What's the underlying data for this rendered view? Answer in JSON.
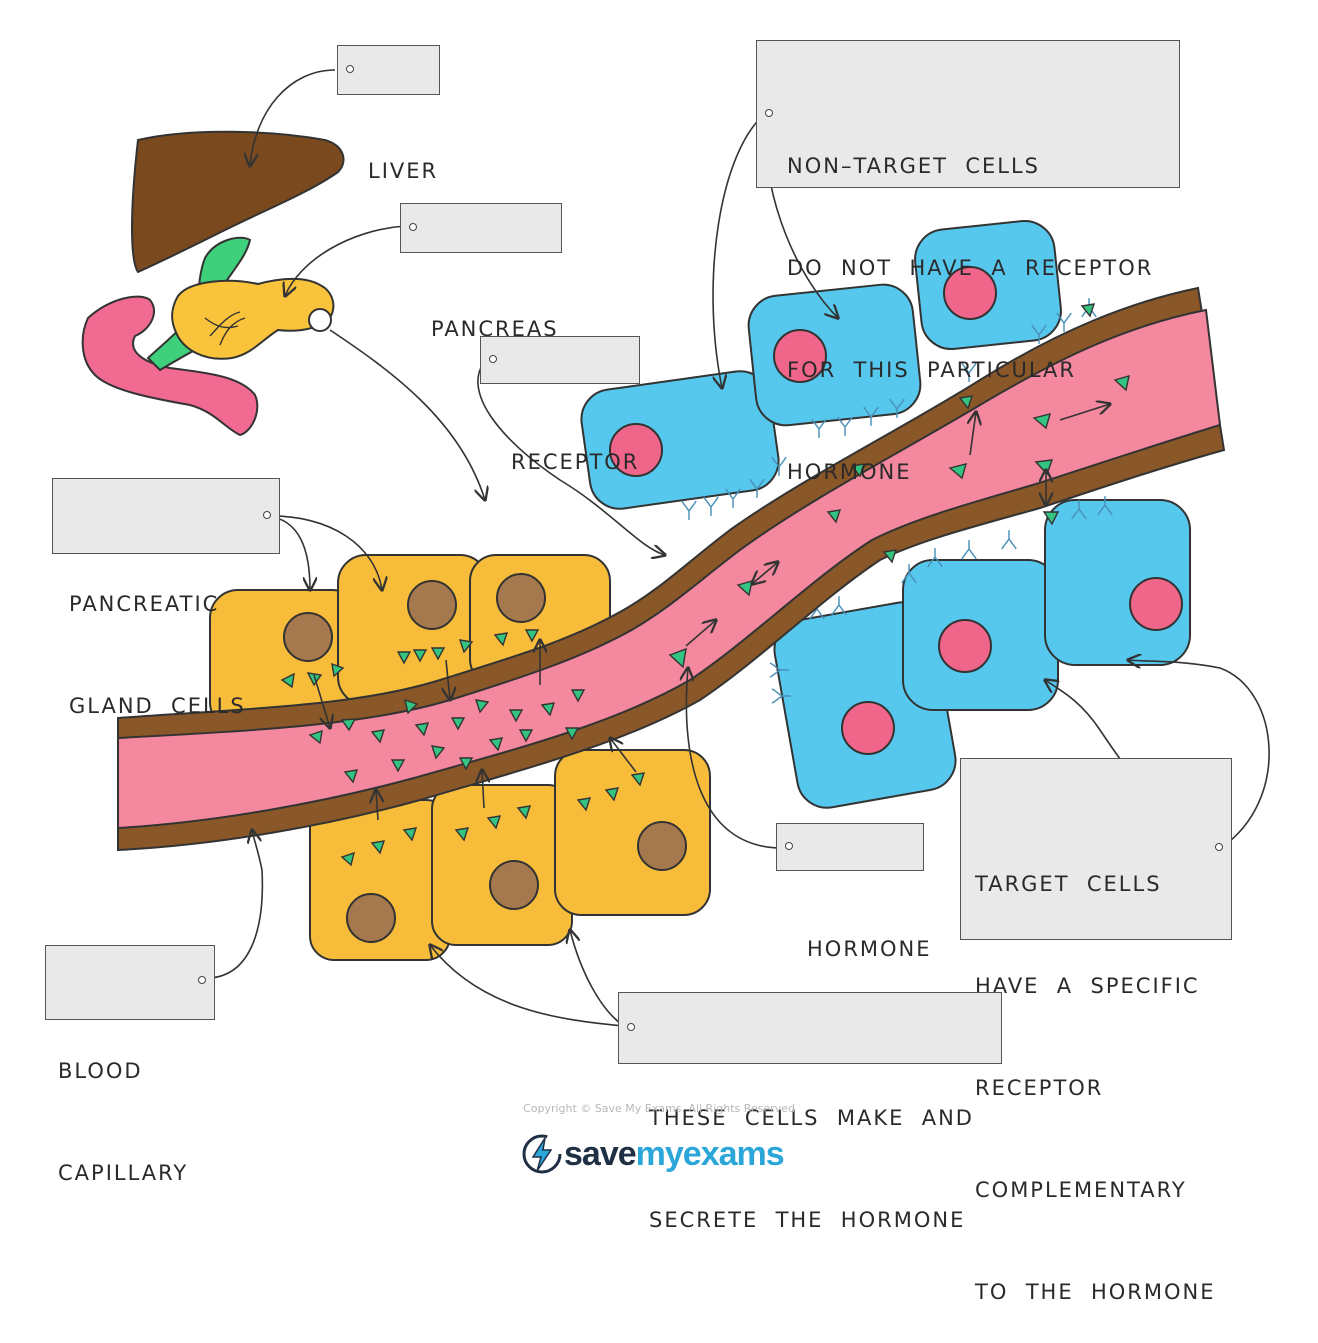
{
  "labels": {
    "liver": "LIVER",
    "pancreas": "PANCREAS",
    "receptor": "RECEPTOR",
    "non_target": [
      "NON–TARGET  CELLS",
      "DO  NOT  HAVE  A  RECEPTOR",
      "FOR  THIS  PARTICULAR",
      "HORMONE"
    ],
    "pancreatic_gland": [
      "PANCREATIC",
      "GLAND  CELLS"
    ],
    "hormone": "HORMONE",
    "target": [
      "TARGET  CELLS",
      "HAVE  A  SPECIFIC",
      "RECEPTOR",
      "COMPLEMENTARY",
      "TO  THE  HORMONE"
    ],
    "blood_capillary": [
      "BLOOD",
      "CAPILLARY"
    ],
    "secrete": [
      "THESE  CELLS  MAKE  AND",
      "SECRETE  THE  HORMONE"
    ]
  },
  "footer": {
    "copyright": "Copyright © Save My Exams. All Rights Reserved",
    "brand_save": "save",
    "brand_my": "my",
    "brand_exams": "exams"
  },
  "colors": {
    "liver": "#7a4a1e",
    "bile_duct": "#3fd07c",
    "duodenum": "#f06a92",
    "pancreas": "#f9c33b",
    "gland_cell": "#f7bd3a",
    "gland_nucleus": "#a6784e",
    "vessel_wall": "#8a5728",
    "blood": "#f3889f",
    "target_cell": "#56c8ee",
    "cell_nucleus": "#f0668a",
    "hormone": "#34c481",
    "receptor": "#4a90b8",
    "brand_dark": "#1f3044",
    "brand_blue": "#2aa6d8"
  }
}
